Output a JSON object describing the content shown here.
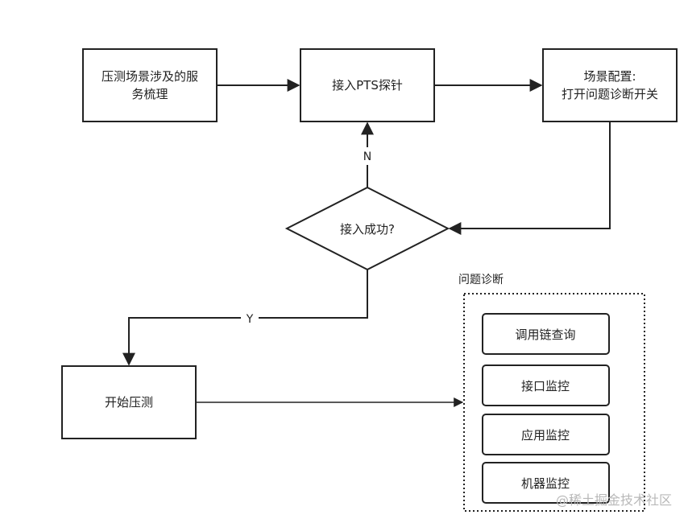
{
  "nodes": {
    "scenario_review": {
      "line1": "压测场景涉及的服",
      "line2": "务梳理"
    },
    "pts_probe": "接入PTS探针",
    "scene_config": {
      "line1": "场景配置:",
      "line2": "打开问题诊断开关"
    },
    "decision": "接入成功?",
    "start_test": "开始压测"
  },
  "edges": {
    "no_label": "N",
    "yes_label": "Y"
  },
  "diagnosis_group": {
    "title": "问题诊断",
    "items": [
      "调用链查询",
      "接口监控",
      "应用监控",
      "机器监控"
    ]
  },
  "watermark": "@稀土掘金技术社区"
}
